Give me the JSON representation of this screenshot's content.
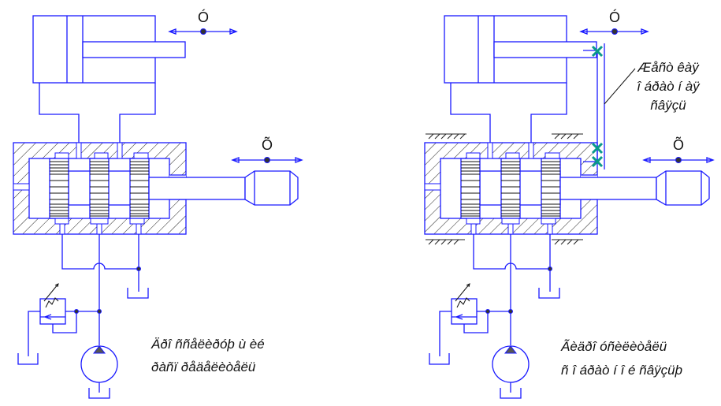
{
  "left": {
    "axis_label_top": "Ó",
    "axis_label_handle": "Õ",
    "caption_line1": "Äðî ññåëèðóþ ù èé",
    "caption_line2": "ðàñï ðåäåëèòåëü"
  },
  "right": {
    "axis_label_top": "Ó",
    "axis_label_handle": "Õ",
    "caption_line1": "Ãèäðî óñèëèòåëü",
    "caption_line2": "ñ î áðàò í î é ñâÿçüþ",
    "callout_line1": "Æåñò êàÿ",
    "callout_line2": "î áðàò í àÿ",
    "callout_line3": "ñâÿçü"
  },
  "colors": {
    "line": "#1a1aff",
    "marker": "#0a9a8a"
  }
}
